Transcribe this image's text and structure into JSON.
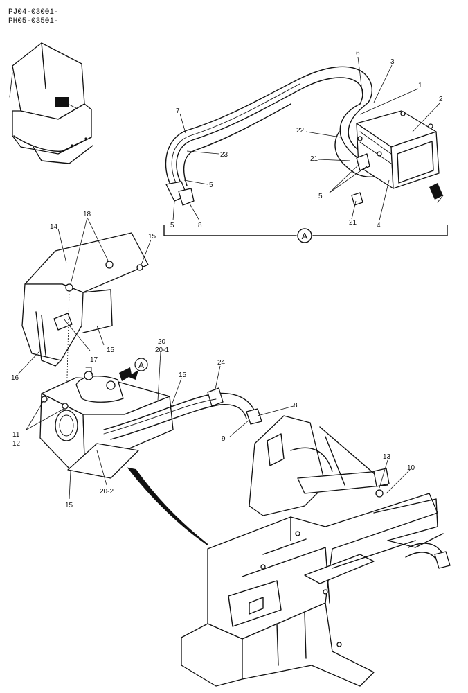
{
  "header": {
    "line1": "PJ04-03001-",
    "line2": "PH05-03501-"
  },
  "view_label": "A",
  "callouts": {
    "c1": "1",
    "c2": "2",
    "c3": "3",
    "c4": "4",
    "c5a": "5",
    "c5b": "5",
    "c5c": "5",
    "c6": "6",
    "c7": "7",
    "c8a": "8",
    "c8b": "8",
    "c9": "9",
    "c10": "10",
    "c11": "11",
    "c12": "12",
    "c13": "13",
    "c14": "14",
    "c15a": "15",
    "c15b": "15",
    "c15c": "15",
    "c15d": "15",
    "c16": "16",
    "c17": "17",
    "c18": "18",
    "c20": "20",
    "c20_1": "20-1",
    "c20_2": "20-2",
    "c21a": "21",
    "c21b": "21",
    "c22": "22",
    "c23": "23",
    "c24": "24"
  }
}
